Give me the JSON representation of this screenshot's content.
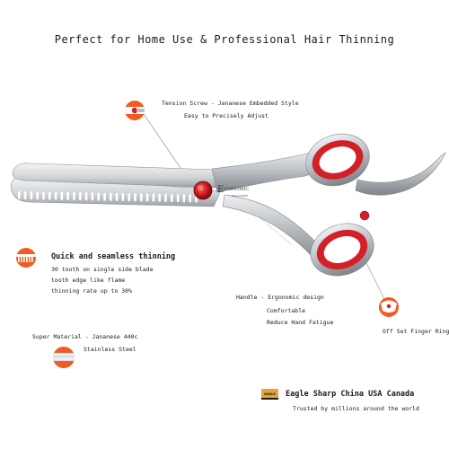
{
  "headline": "Perfect for Home Use & Professional Hair Thinning",
  "annotations": {
    "tension_screw": {
      "line1": "Tension Screw - Jananese Embedded Style",
      "line2": "Easy to Precisely Adjust"
    },
    "thinning": {
      "title": "Quick and seamless thinning",
      "line1": "30 tooth on single side blade",
      "line2": "tooth edge like flame",
      "line3": "thinning rate up to 30%"
    },
    "handle": {
      "line1": "Handle - Ergonomic design",
      "line2": "Comfortable",
      "line3": "Reduce Hand Fatigue"
    },
    "finger_ring": {
      "label": "Off Set Finger Ring"
    },
    "material": {
      "line1": "Super Material - Jananese 440c",
      "line2": "Stainless Steel"
    }
  },
  "brand": {
    "logo_text": "EAGLE",
    "name": "Eagle Sharp China USA Canada",
    "tagline": "Trusted by millions around the world"
  },
  "scissors": {
    "engraving": "E",
    "engraving_rest": "CONOMIC",
    "engraving_sub": "EAGLE SHARP"
  },
  "colors": {
    "accent_orange": "#f15a22",
    "ring_red": "#d32027",
    "steel": "#c9cccf",
    "steel_dark": "#8d9196",
    "logo_bg": "#e8a33a"
  }
}
